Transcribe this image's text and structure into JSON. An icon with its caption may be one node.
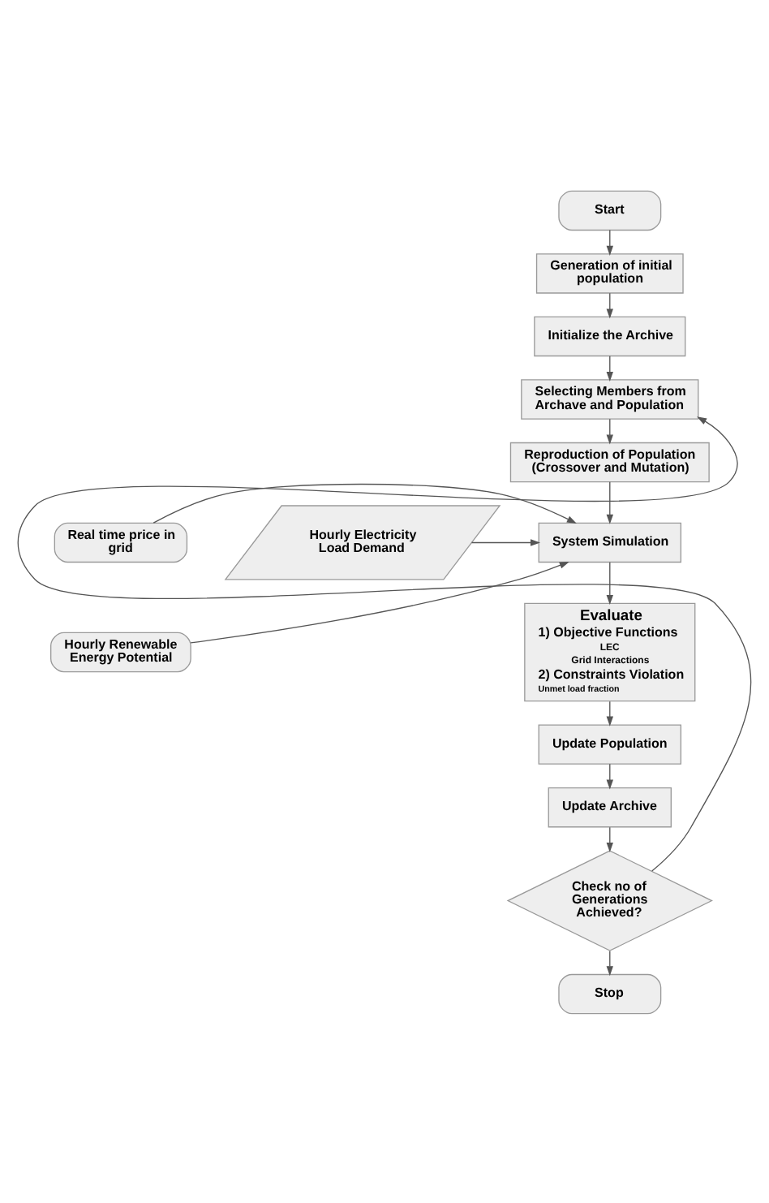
{
  "diagram": {
    "nodes": [
      {
        "text": [
          "Start"
        ]
      },
      {
        "text": [
          "Generation of initial population"
        ]
      },
      {
        "text": [
          "Initialize the Archive"
        ]
      },
      {
        "text": [
          "Selecting Members from Archave and Population"
        ]
      },
      {
        "text": [
          "Reproduction of Population (Crossover and Mutation)"
        ]
      },
      {
        "text": [
          "Hourly Electricity Load Demand"
        ]
      },
      {
        "text": [
          "System Simulation"
        ]
      },
      {
        "text": [
          "Real time price in grid"
        ]
      },
      {
        "text": [
          "Hourly Renewable Energy Potential"
        ]
      },
      {
        "text": [
          "Evaluate",
          "1) Objective Functions",
          "LEC",
          "Grid Interactions",
          "2) Constraints Violation",
          "Unmet load fraction"
        ]
      },
      {
        "text": [
          "Update Population"
        ]
      },
      {
        "text": [
          "Update Archive"
        ]
      },
      {
        "text": [
          "Check no of Generations Achieved?"
        ]
      },
      {
        "text": [
          "Stop"
        ]
      }
    ],
    "edges": [
      {
        "from": 0,
        "to": 1,
        "arrow": "to"
      },
      {
        "from": 1,
        "to": 2,
        "arrow": "to"
      },
      {
        "from": 2,
        "to": 3,
        "arrow": "to"
      },
      {
        "from": 3,
        "to": 4,
        "arrow": "to"
      },
      {
        "from": 4,
        "to": 6,
        "arrow": "to"
      },
      {
        "from": 5,
        "to": 6,
        "arrow": "to"
      },
      {
        "from": 7,
        "to": 6,
        "arrow": "to"
      },
      {
        "from": 8,
        "to": 6,
        "arrow": "to"
      },
      {
        "from": 6,
        "to": 9,
        "arrow": "to"
      },
      {
        "from": 9,
        "to": 10,
        "arrow": "to"
      },
      {
        "from": 10,
        "to": 11,
        "arrow": "to"
      },
      {
        "from": 11,
        "to": 12,
        "arrow": "to"
      },
      {
        "from": 12,
        "to": 3,
        "arrow": "to"
      },
      {
        "from": 12,
        "to": 13,
        "arrow": "to"
      }
    ]
  }
}
